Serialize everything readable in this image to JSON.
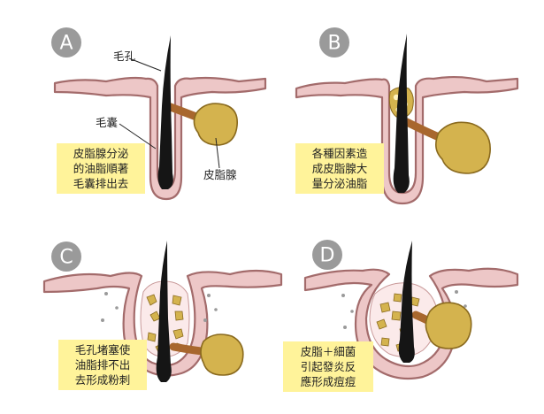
{
  "panels": [
    {
      "letter": "A",
      "caption": [
        "皮脂腺分泌",
        "的油脂順著",
        "毛囊排出去"
      ]
    },
    {
      "letter": "B",
      "caption": [
        "各種因素造",
        "成皮脂腺大",
        "量分泌油脂"
      ]
    },
    {
      "letter": "C",
      "caption": [
        "毛孔堵塞使",
        "油脂排不出",
        "去形成粉刺"
      ]
    },
    {
      "letter": "D",
      "caption": [
        "皮脂＋細菌",
        "引起發炎反",
        "應形成痘痘"
      ]
    }
  ],
  "labels": {
    "pore": "毛孔",
    "follicle": "毛囊",
    "sebaceous_gland": "皮脂腺"
  },
  "colors": {
    "badge": "#9a9a9a",
    "skin_fill": "#edc7c7",
    "skin_outline": "#a36b6b",
    "hair": "#151515",
    "gland_fill": "#d4b34e",
    "gland_outline": "#8a6a1e",
    "duct": "#a8672e",
    "caption_bg": "#fff39a"
  }
}
